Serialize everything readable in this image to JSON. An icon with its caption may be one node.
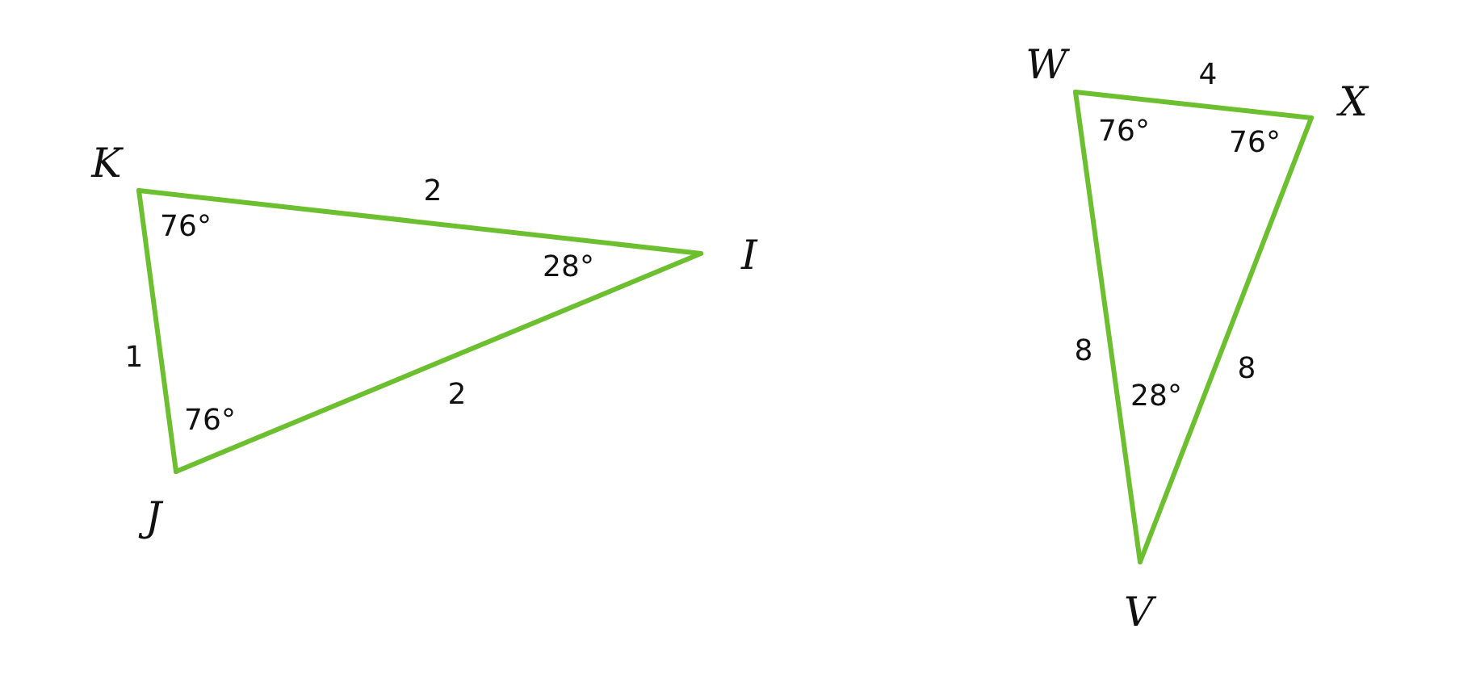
{
  "diagram": {
    "nodes": [
      {
        "text": [
          "K"
        ]
      },
      {
        "text": [
          "I"
        ]
      },
      {
        "text": [
          "J"
        ]
      },
      {
        "text": [
          "W"
        ]
      },
      {
        "text": [
          "X"
        ]
      },
      {
        "text": [
          "V"
        ]
      }
    ],
    "edges": [
      {
        "from": 0,
        "to": 1,
        "arrow": "none",
        "label": "2"
      },
      {
        "from": 1,
        "to": 2,
        "arrow": "none",
        "label": "2"
      },
      {
        "from": 2,
        "to": 0,
        "arrow": "none",
        "label": "1"
      },
      {
        "from": 3,
        "to": 4,
        "arrow": "none",
        "label": "4"
      },
      {
        "from": 4,
        "to": 5,
        "arrow": "none",
        "label": "8"
      },
      {
        "from": 5,
        "to": 3,
        "arrow": "none",
        "label": "8"
      }
    ],
    "labels": [
      "76°",
      "28°",
      "76°",
      "76°",
      "76°",
      "28°"
    ]
  }
}
